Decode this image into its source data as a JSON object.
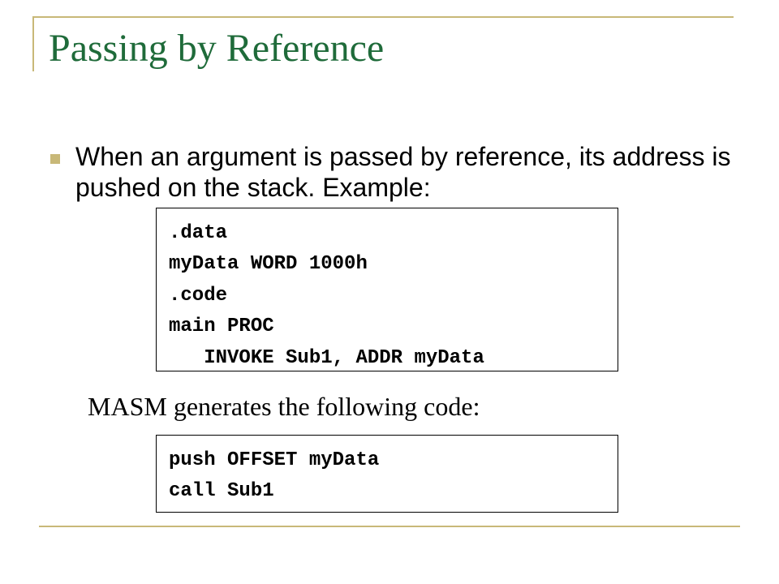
{
  "slide": {
    "title": "Passing by Reference",
    "bullet": "When an argument is passed by reference, its address is pushed on the stack. Example:",
    "code_block_1": [
      ".data",
      "myData WORD 1000h",
      ".code",
      "main PROC",
      "   INVOKE Sub1, ADDR myData"
    ],
    "caption": "MASM generates the following code:",
    "code_block_2": [
      "push OFFSET myData",
      "call Sub1"
    ]
  },
  "colors": {
    "title": "#1f6b3a",
    "accent": "#c8b878",
    "text": "#000000"
  }
}
